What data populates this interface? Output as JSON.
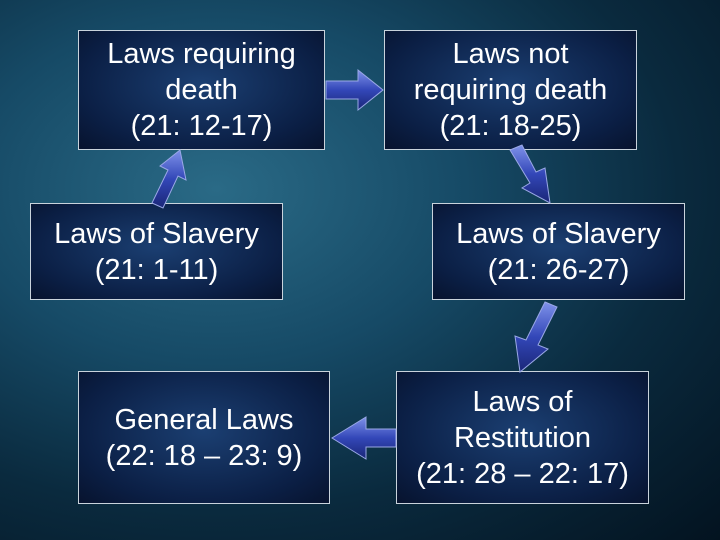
{
  "boxes": {
    "death": {
      "label": "Laws requiring\ndeath\n(21: 12-17)"
    },
    "not_death": {
      "label": "Laws not\nrequiring death\n(21: 18-25)"
    },
    "slavery_1": {
      "label": "Laws of Slavery\n(21: 1-11)"
    },
    "slavery_2": {
      "label": "Laws of Slavery\n(21: 26-27)"
    },
    "general": {
      "label": "General Laws\n(22: 18 – 23: 9)"
    },
    "restitution": {
      "label": "Laws of\nRestitution\n(21: 28 – 22: 17)"
    }
  },
  "colors": {
    "arrow_fill": "#3347b8",
    "arrow_highlight": "#6d82e0",
    "box_border": "#c9d3dc"
  }
}
